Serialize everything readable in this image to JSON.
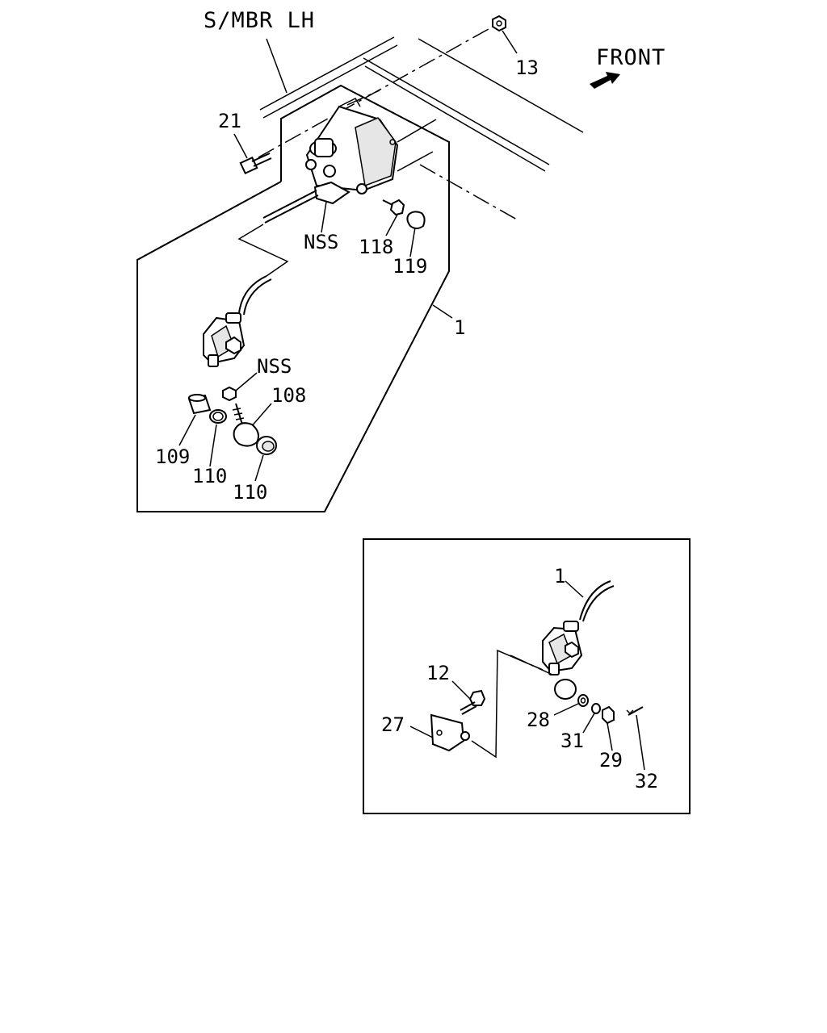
{
  "header": {
    "location_label": "S/MBR LH",
    "direction_label": "FRONT"
  },
  "main_view": {
    "callouts": {
      "bolt_21": "21",
      "nut_13": "13",
      "nss_upper": "NSS",
      "bolt_118": "118",
      "cap_119": "119",
      "assembly_1": "1",
      "nss_lower": "NSS",
      "screw_108": "108",
      "sleeve_109": "109",
      "ring_110_a": "110",
      "bush_110_b": "110"
    }
  },
  "detail_view": {
    "callouts": {
      "sensor_1": "1",
      "bolt_12": "12",
      "bracket_27": "27",
      "washer_28": "28",
      "washer_31": "31",
      "nut_29": "29",
      "pin_32": "32"
    }
  },
  "colors": {
    "line": "#000000",
    "background": "#ffffff"
  },
  "icons": {
    "direction": "front-arrow-icon"
  }
}
